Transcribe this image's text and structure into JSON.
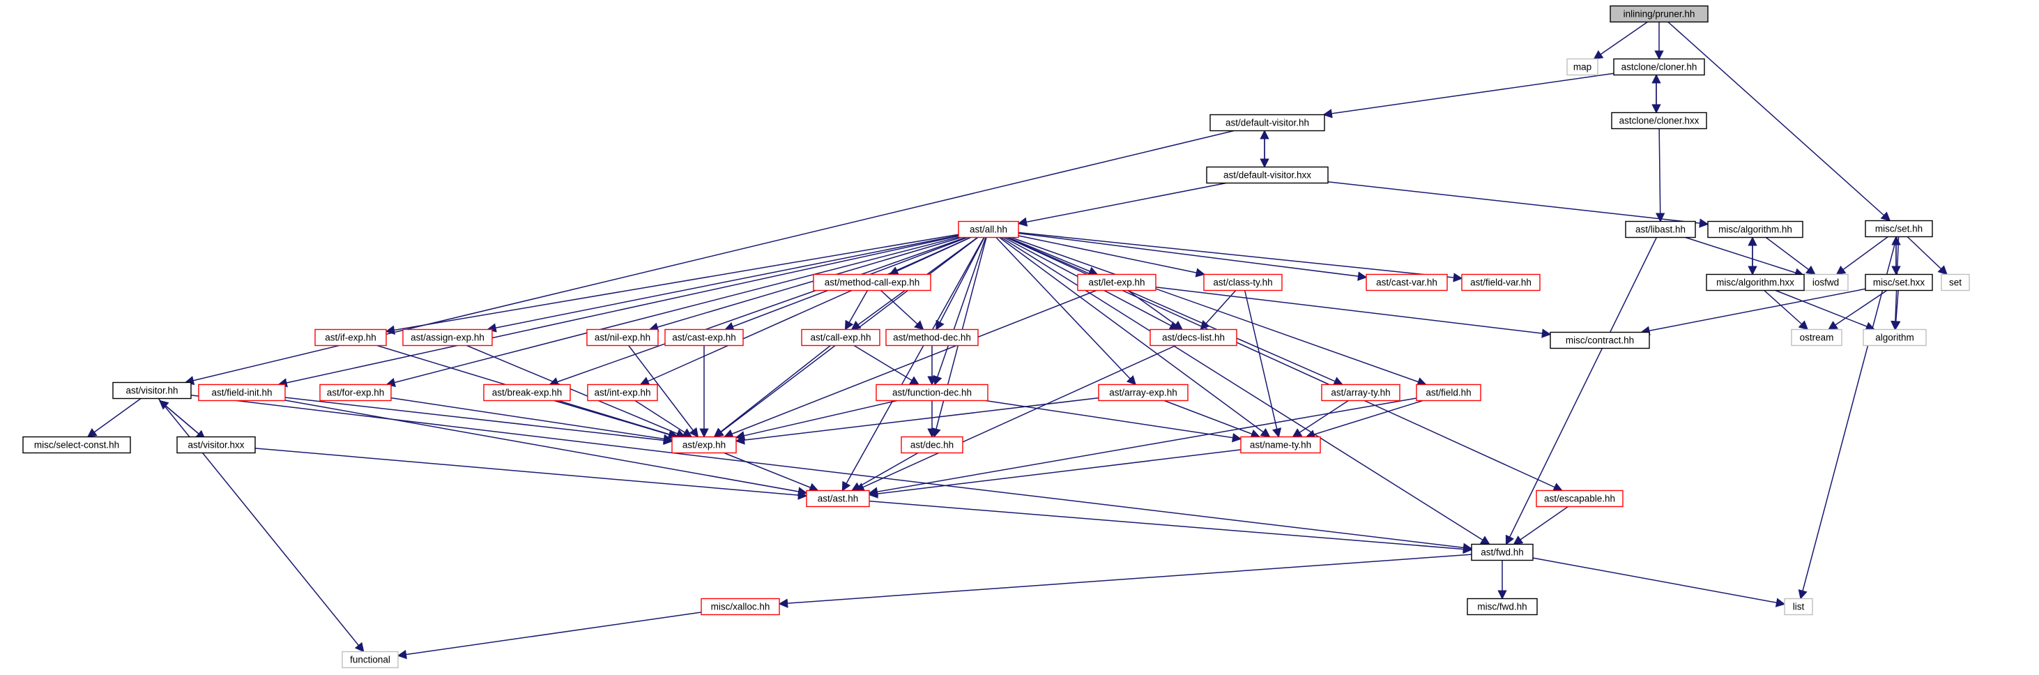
{
  "diagram": {
    "colors": {
      "edge": "#191970",
      "border_root": "#000000",
      "border_documented": "#000000",
      "border_truncated": "#ff0000",
      "border_external": "#bfbfbf",
      "fill_root": "#bfbfbf",
      "fill_default": "#ffffff"
    },
    "nodes": [
      {
        "id": "pruner",
        "label": "inlining/pruner.hh",
        "kind": "root"
      },
      {
        "id": "map",
        "label": "map",
        "kind": "external"
      },
      {
        "id": "cloner_hh",
        "label": "astclone/cloner.hh",
        "kind": "documented"
      },
      {
        "id": "set_hh",
        "label": "misc/set.hh",
        "kind": "documented"
      },
      {
        "id": "defvis_hh",
        "label": "ast/default-visitor.hh",
        "kind": "documented"
      },
      {
        "id": "cloner_hxx",
        "label": "astclone/cloner.hxx",
        "kind": "documented"
      },
      {
        "id": "defvis_hxx",
        "label": "ast/default-visitor.hxx",
        "kind": "documented"
      },
      {
        "id": "all",
        "label": "ast/all.hh",
        "kind": "truncated"
      },
      {
        "id": "libast",
        "label": "ast/libast.hh",
        "kind": "documented"
      },
      {
        "id": "algo_hh",
        "label": "misc/algorithm.hh",
        "kind": "documented"
      },
      {
        "id": "iosfwd",
        "label": "iosfwd",
        "kind": "external"
      },
      {
        "id": "set_hxx",
        "label": "misc/set.hxx",
        "kind": "documented"
      },
      {
        "id": "set",
        "label": "set",
        "kind": "external"
      },
      {
        "id": "mcall",
        "label": "ast/method-call-exp.hh",
        "kind": "truncated"
      },
      {
        "id": "letexp",
        "label": "ast/let-exp.hh",
        "kind": "truncated"
      },
      {
        "id": "classty",
        "label": "ast/class-ty.hh",
        "kind": "truncated"
      },
      {
        "id": "castvar",
        "label": "ast/cast-var.hh",
        "kind": "truncated"
      },
      {
        "id": "fieldvar",
        "label": "ast/field-var.hh",
        "kind": "truncated"
      },
      {
        "id": "algo_hxx",
        "label": "misc/algorithm.hxx",
        "kind": "documented"
      },
      {
        "id": "ifexp",
        "label": "ast/if-exp.hh",
        "kind": "truncated"
      },
      {
        "id": "assign",
        "label": "ast/assign-exp.hh",
        "kind": "truncated"
      },
      {
        "id": "nilexp",
        "label": "ast/nil-exp.hh",
        "kind": "truncated"
      },
      {
        "id": "castexp",
        "label": "ast/cast-exp.hh",
        "kind": "truncated"
      },
      {
        "id": "callexp",
        "label": "ast/call-exp.hh",
        "kind": "truncated"
      },
      {
        "id": "methdec",
        "label": "ast/method-dec.hh",
        "kind": "truncated"
      },
      {
        "id": "decslist",
        "label": "ast/decs-list.hh",
        "kind": "truncated"
      },
      {
        "id": "contract",
        "label": "misc/contract.hh",
        "kind": "documented"
      },
      {
        "id": "ostream",
        "label": "ostream",
        "kind": "external"
      },
      {
        "id": "algorithm",
        "label": "algorithm",
        "kind": "external"
      },
      {
        "id": "fieldinit",
        "label": "ast/field-init.hh",
        "kind": "truncated"
      },
      {
        "id": "forexp",
        "label": "ast/for-exp.hh",
        "kind": "truncated"
      },
      {
        "id": "breakexp",
        "label": "ast/break-exp.hh",
        "kind": "truncated"
      },
      {
        "id": "intexp",
        "label": "ast/int-exp.hh",
        "kind": "truncated"
      },
      {
        "id": "fundec",
        "label": "ast/function-dec.hh",
        "kind": "truncated"
      },
      {
        "id": "arrayexp",
        "label": "ast/array-exp.hh",
        "kind": "truncated"
      },
      {
        "id": "arrayty",
        "label": "ast/array-ty.hh",
        "kind": "truncated"
      },
      {
        "id": "field",
        "label": "ast/field.hh",
        "kind": "truncated"
      },
      {
        "id": "visitor_hh",
        "label": "ast/visitor.hh",
        "kind": "documented"
      },
      {
        "id": "selconst",
        "label": "misc/select-const.hh",
        "kind": "documented"
      },
      {
        "id": "visitor_hxx",
        "label": "ast/visitor.hxx",
        "kind": "documented"
      },
      {
        "id": "exp",
        "label": "ast/exp.hh",
        "kind": "truncated"
      },
      {
        "id": "dec",
        "label": "ast/dec.hh",
        "kind": "truncated"
      },
      {
        "id": "namety",
        "label": "ast/name-ty.hh",
        "kind": "truncated"
      },
      {
        "id": "ast",
        "label": "ast/ast.hh",
        "kind": "truncated"
      },
      {
        "id": "escapable",
        "label": "ast/escapable.hh",
        "kind": "truncated"
      },
      {
        "id": "fwd",
        "label": "ast/fwd.hh",
        "kind": "documented"
      },
      {
        "id": "xalloc",
        "label": "misc/xalloc.hh",
        "kind": "truncated"
      },
      {
        "id": "miscfwd",
        "label": "misc/fwd.hh",
        "kind": "documented"
      },
      {
        "id": "list",
        "label": "list",
        "kind": "external"
      },
      {
        "id": "functional",
        "label": "functional",
        "kind": "external"
      }
    ],
    "edges": [
      [
        "pruner",
        "map"
      ],
      [
        "pruner",
        "cloner_hh"
      ],
      [
        "pruner",
        "set_hh"
      ],
      [
        "cloner_hh",
        "defvis_hh"
      ],
      [
        "cloner_hh",
        "cloner_hxx"
      ],
      [
        "cloner_hxx",
        "cloner_hh"
      ],
      [
        "cloner_hxx",
        "libast"
      ],
      [
        "defvis_hh",
        "visitor_hh"
      ],
      [
        "defvis_hh",
        "defvis_hxx"
      ],
      [
        "defvis_hxx",
        "defvis_hh"
      ],
      [
        "defvis_hxx",
        "all"
      ],
      [
        "defvis_hxx",
        "algo_hh"
      ],
      [
        "all",
        "mcall"
      ],
      [
        "all",
        "letexp"
      ],
      [
        "all",
        "classty"
      ],
      [
        "all",
        "castvar"
      ],
      [
        "all",
        "fieldvar"
      ],
      [
        "all",
        "ifexp"
      ],
      [
        "all",
        "assign"
      ],
      [
        "all",
        "nilexp"
      ],
      [
        "all",
        "castexp"
      ],
      [
        "all",
        "callexp"
      ],
      [
        "all",
        "methdec"
      ],
      [
        "all",
        "decslist"
      ],
      [
        "all",
        "fieldinit"
      ],
      [
        "all",
        "forexp"
      ],
      [
        "all",
        "breakexp"
      ],
      [
        "all",
        "intexp"
      ],
      [
        "all",
        "fundec"
      ],
      [
        "all",
        "arrayexp"
      ],
      [
        "all",
        "arrayty"
      ],
      [
        "all",
        "field"
      ],
      [
        "all",
        "exp"
      ],
      [
        "all",
        "dec"
      ],
      [
        "all",
        "namety"
      ],
      [
        "all",
        "ast"
      ],
      [
        "all",
        "escapable"
      ],
      [
        "all",
        "fwd"
      ],
      [
        "mcall",
        "callexp"
      ],
      [
        "mcall",
        "methdec"
      ],
      [
        "letexp",
        "decslist"
      ],
      [
        "letexp",
        "exp"
      ],
      [
        "letexp",
        "contract"
      ],
      [
        "classty",
        "decslist"
      ],
      [
        "classty",
        "namety"
      ],
      [
        "ifexp",
        "exp"
      ],
      [
        "assign",
        "exp"
      ],
      [
        "nilexp",
        "exp"
      ],
      [
        "castexp",
        "exp"
      ],
      [
        "callexp",
        "exp"
      ],
      [
        "callexp",
        "fundec"
      ],
      [
        "methdec",
        "fundec"
      ],
      [
        "decslist",
        "ast"
      ],
      [
        "fieldinit",
        "exp"
      ],
      [
        "fieldinit",
        "ast"
      ],
      [
        "forexp",
        "exp"
      ],
      [
        "breakexp",
        "exp"
      ],
      [
        "intexp",
        "exp"
      ],
      [
        "fundec",
        "exp"
      ],
      [
        "fundec",
        "dec"
      ],
      [
        "fundec",
        "namety"
      ],
      [
        "arrayexp",
        "exp"
      ],
      [
        "arrayexp",
        "namety"
      ],
      [
        "arrayty",
        "namety"
      ],
      [
        "field",
        "namety"
      ],
      [
        "field",
        "ast"
      ],
      [
        "exp",
        "ast"
      ],
      [
        "dec",
        "ast"
      ],
      [
        "namety",
        "ast"
      ],
      [
        "ast",
        "fwd"
      ],
      [
        "escapable",
        "fwd"
      ],
      [
        "visitor_hh",
        "selconst"
      ],
      [
        "visitor_hh",
        "visitor_hxx"
      ],
      [
        "visitor_hxx",
        "visitor_hh"
      ],
      [
        "visitor_hh",
        "fwd"
      ],
      [
        "visitor_hh",
        "functional"
      ],
      [
        "visitor_hxx",
        "ast"
      ],
      [
        "libast",
        "iosfwd"
      ],
      [
        "libast",
        "fwd"
      ],
      [
        "algo_hh",
        "algo_hxx"
      ],
      [
        "algo_hxx",
        "algo_hh"
      ],
      [
        "algo_hh",
        "iosfwd"
      ],
      [
        "algo_hxx",
        "iosfwd"
      ],
      [
        "algo_hxx",
        "ostream"
      ],
      [
        "algo_hxx",
        "algorithm"
      ],
      [
        "set_hh",
        "iosfwd"
      ],
      [
        "set_hh",
        "set_hxx"
      ],
      [
        "set_hxx",
        "set_hh"
      ],
      [
        "set_hh",
        "set"
      ],
      [
        "set_hh",
        "algorithm"
      ],
      [
        "set_hh",
        "list"
      ],
      [
        "set_hxx",
        "ostream"
      ],
      [
        "set_hxx",
        "algorithm"
      ],
      [
        "set_hxx",
        "contract"
      ],
      [
        "fwd",
        "miscfwd"
      ],
      [
        "fwd",
        "list"
      ],
      [
        "fwd",
        "xalloc"
      ],
      [
        "xalloc",
        "functional"
      ]
    ]
  }
}
